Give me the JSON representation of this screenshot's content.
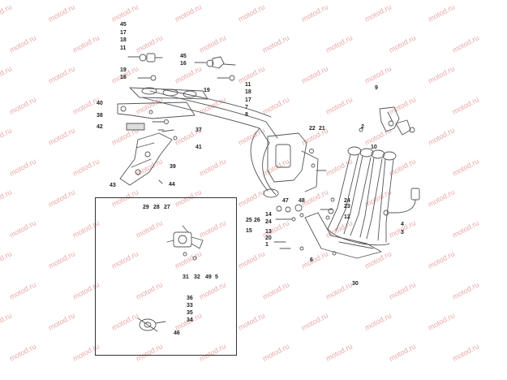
{
  "watermark": "motod.ru",
  "stroke_color": "#555555",
  "watermark_color": "#e9a8a8",
  "callouts": [
    "45",
    "17",
    "18",
    "11",
    "45",
    "16",
    "19",
    "16",
    "19",
    "11",
    "18",
    "17",
    "7",
    "8",
    "40",
    "38",
    "42",
    "9",
    "2",
    "37",
    "22",
    "21",
    "41",
    "10",
    "39",
    "43",
    "44",
    "29",
    "28",
    "27",
    "47",
    "48",
    "24",
    "23",
    "12",
    "14",
    "25",
    "26",
    "24",
    "15",
    "13",
    "20",
    "1",
    "4",
    "3",
    "6",
    "30",
    "31",
    "32",
    "49",
    "5",
    "36",
    "33",
    "35",
    "34",
    "46"
  ]
}
